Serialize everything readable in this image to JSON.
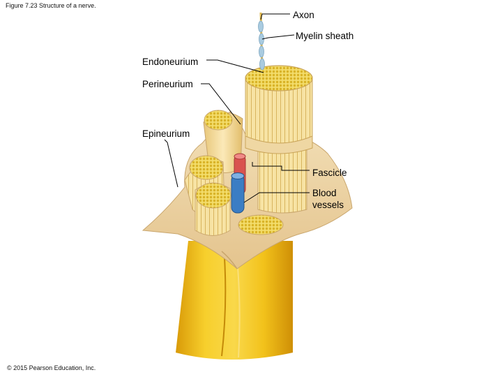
{
  "figure": {
    "caption": "Figure 7.23 Structure of a nerve.",
    "copyright": "© 2015 Pearson Education, Inc."
  },
  "labels": {
    "axon": "Axon",
    "myelin_sheath": "Myelin sheath",
    "endoneurium": "Endoneurium",
    "perineurium": "Perineurium",
    "epineurium": "Epineurium",
    "fascicle": "Fascicle",
    "blood_vessels_line1": "Blood",
    "blood_vessels_line2": "vessels"
  },
  "colors": {
    "nerve_yellow": "#f2c21b",
    "epineurium_tan": "#ecd4a6",
    "fascicle_cream": "#f5e2b0",
    "axon_dots": "#e8c83a",
    "myelin_blue": "#a9cbe0",
    "artery_red": "#d9534f",
    "vein_blue": "#3b7dc4"
  }
}
